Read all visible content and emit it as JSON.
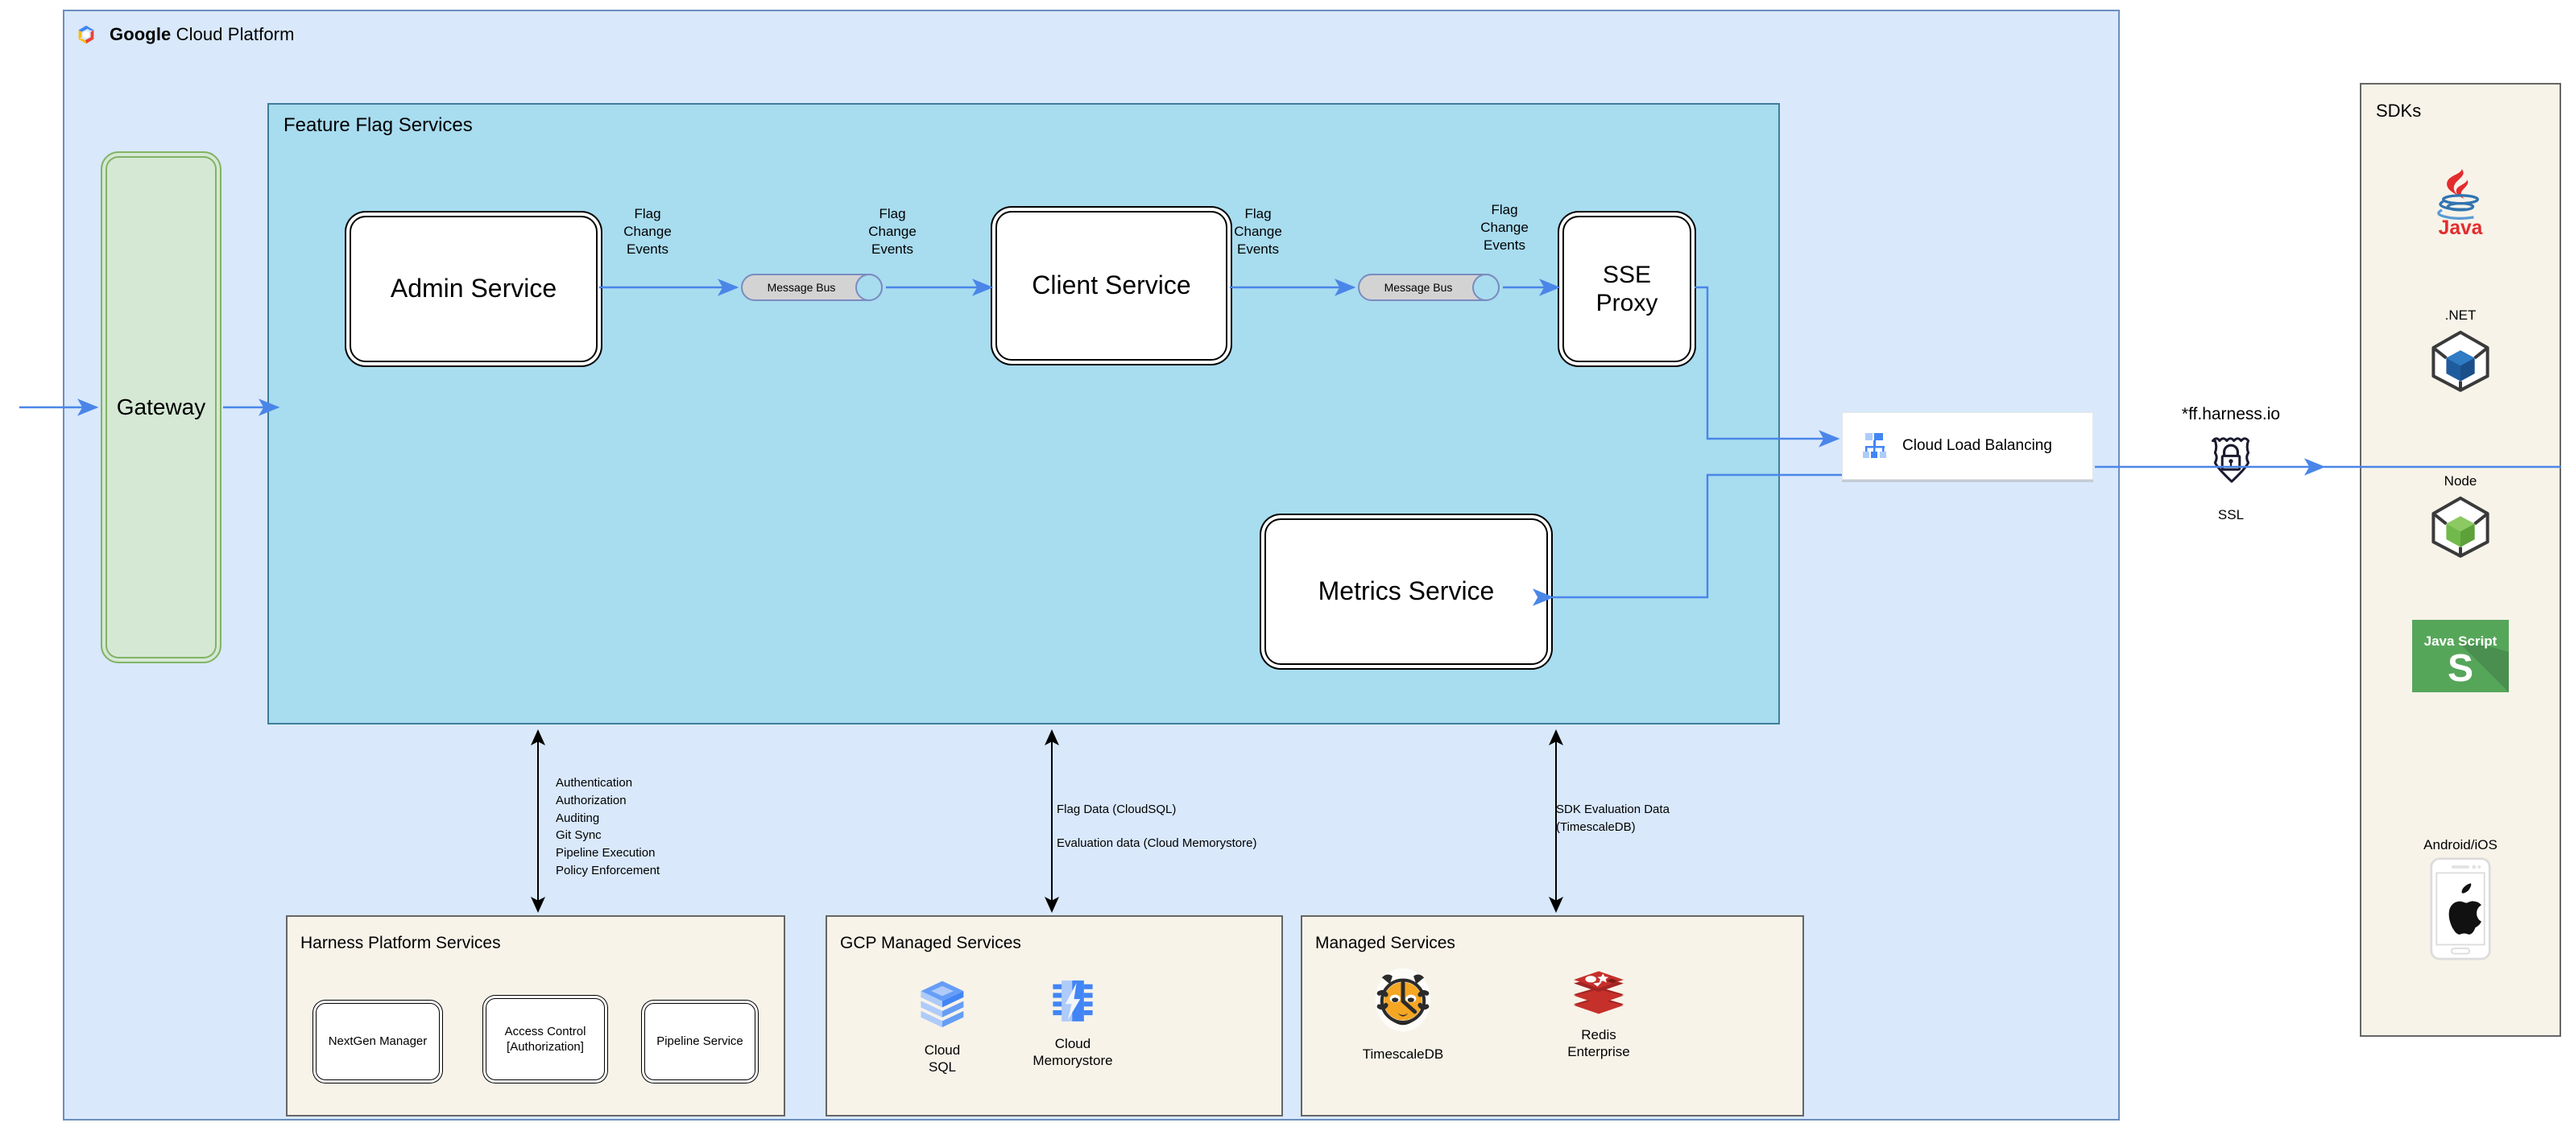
{
  "gcp": {
    "title_bold": "Google",
    "title_rest": " Cloud Platform",
    "logo_icon": "google-cloud-logo"
  },
  "feature_flag_services": {
    "title": "Feature Flag Services",
    "services": [
      {
        "id": "admin",
        "label": "Admin Service"
      },
      {
        "id": "client",
        "label": "Client Service"
      },
      {
        "id": "sse",
        "label": "SSE\nProxy"
      },
      {
        "id": "metrics",
        "label": "Metrics Service"
      }
    ],
    "message_bus": [
      {
        "label": "Message Bus"
      },
      {
        "label": "Message Bus"
      }
    ],
    "event_labels": [
      "Flag\nChange\nEvents",
      "Flag\nChange\nEvents",
      "Flag\nChange\nEvents",
      "Flag\nChange\nEvents"
    ]
  },
  "gateway": {
    "label": "Gateway"
  },
  "cloud_load_balancing": {
    "label": "Cloud Load Balancing",
    "icon": "cloud-load-balancing-icon"
  },
  "edge": {
    "domain": "*ff.harness.io",
    "ssl_label": "SSL",
    "ssl_icon": "ssl-shield-lock-icon"
  },
  "sdks": {
    "title": "SDKs",
    "items": [
      {
        "label": "Java",
        "icon": "java-logo-icon",
        "label_position": "below"
      },
      {
        "label": ".NET",
        "icon": "dotnet-cube-icon",
        "label_position": "above"
      },
      {
        "label": "Node",
        "icon": "node-cube-icon",
        "label_position": "above"
      },
      {
        "label": "Java Script",
        "icon": "javascript-logo-icon",
        "label_position": "inside"
      },
      {
        "label": "Android/iOS",
        "icon": "mobile-apple-icon",
        "label_position": "above"
      }
    ]
  },
  "annotations": {
    "harness_flows": [
      "Authentication",
      "Authorization",
      "Auditing",
      "Git Sync",
      "Pipeline Execution",
      "Policy Enforcement"
    ],
    "data_flows": [
      "Flag Data (CloudSQL)",
      "Evaluation data (Cloud Memorystore)"
    ],
    "sdk_flows": [
      "SDK Evaluation Data",
      "(TimescaleDB)"
    ]
  },
  "bottom_panels": [
    {
      "id": "harness",
      "title": "Harness Platform Services",
      "items": [
        {
          "label": "NextGen Manager"
        },
        {
          "label": "Access Control\n[Authorization]"
        },
        {
          "label": "Pipeline Service"
        }
      ]
    },
    {
      "id": "gcp_managed",
      "title": "GCP Managed Services",
      "items": [
        {
          "label": "Cloud\nSQL",
          "icon": "cloud-sql-icon"
        },
        {
          "label": "Cloud\nMemorystore",
          "icon": "cloud-memorystore-icon"
        }
      ]
    },
    {
      "id": "managed",
      "title": "Managed Services",
      "items": [
        {
          "label": "TimescaleDB",
          "icon": "timescaledb-tiger-icon"
        },
        {
          "label": "Redis\nEnterprise",
          "icon": "redis-icon"
        }
      ]
    }
  ],
  "colors": {
    "gcp_container_bg": "#d9e8fb",
    "gcp_container_border": "#6c8ebf",
    "ffs_bg": "#a8dcef",
    "ffs_border": "#3f7e9b",
    "gateway_bg": "#d5e8d4",
    "gateway_border": "#82b366",
    "panel_bg": "#f7f3e9",
    "panel_border": "#666666",
    "arrow_blue": "#4a86e8",
    "arrow_black": "#000000",
    "msgbus_bg": "#d3d3d3",
    "msgbus_border": "#7b8bbf"
  }
}
